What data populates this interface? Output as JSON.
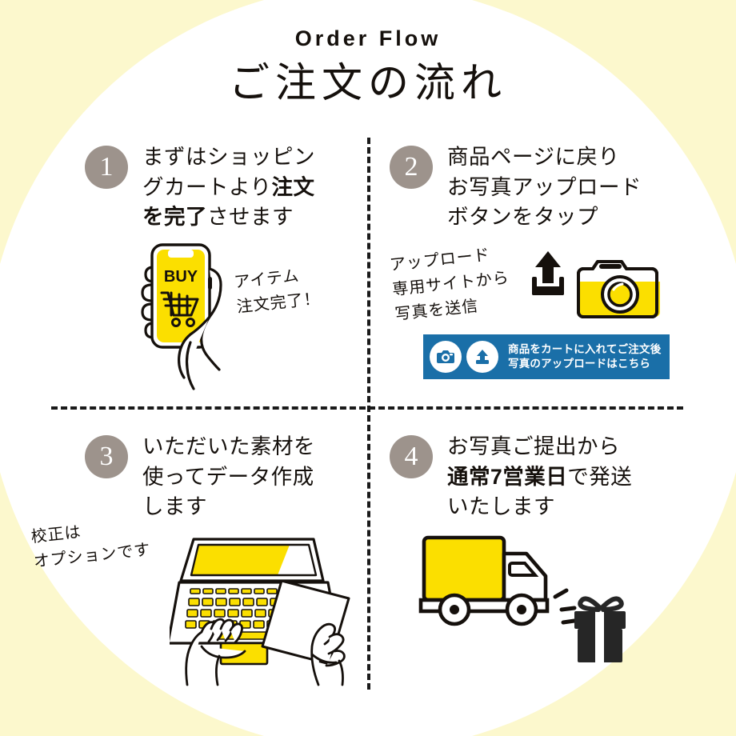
{
  "page": {
    "title_en": "Order Flow",
    "title_ja": "ご注文の流れ",
    "background_color": "#fcf8cd",
    "circle_color": "#ffffff",
    "accent_yellow": "#fbdf00",
    "badge_gray": "#9d938c",
    "banner_blue": "#1a6fa8",
    "ink": "#15100c"
  },
  "steps": [
    {
      "number": "1",
      "text_line1": "まずはショッピン",
      "text_line2_plain": "グカートより",
      "text_line2_bold": "注文",
      "text_line3_bold": "を完了",
      "text_line3_plain": "させます",
      "handwriting": "アイテム\n注文完了！",
      "illustration": "hand-holding-phone-buy",
      "phone_label": "BUY",
      "phone_icon": "shopping-cart-icon"
    },
    {
      "number": "2",
      "text": "商品ページに戻り\nお写真アップロード\nボタンをタップ",
      "handwriting": "アップロード\n専用サイトから\n写真を送信",
      "illustration": "camera-with-upload-arrow",
      "banner": {
        "line1": "商品をカートに入れてご注文後",
        "line2": "写真のアップロードはこちら",
        "icon1": "camera-icon",
        "icon2": "upload-icon"
      }
    },
    {
      "number": "3",
      "text": "いただいた素材を\n使ってデータ作成\nします",
      "handwriting": "校正は\nオプションです",
      "illustration": "hands-typing-on-laptop"
    },
    {
      "number": "4",
      "text_line1": "お写真ご提出から",
      "text_line2_bold": "通常7営業日",
      "text_line2_plain": "で発送",
      "text_line3": "いたします",
      "illustration": "delivery-truck-with-gift"
    }
  ]
}
